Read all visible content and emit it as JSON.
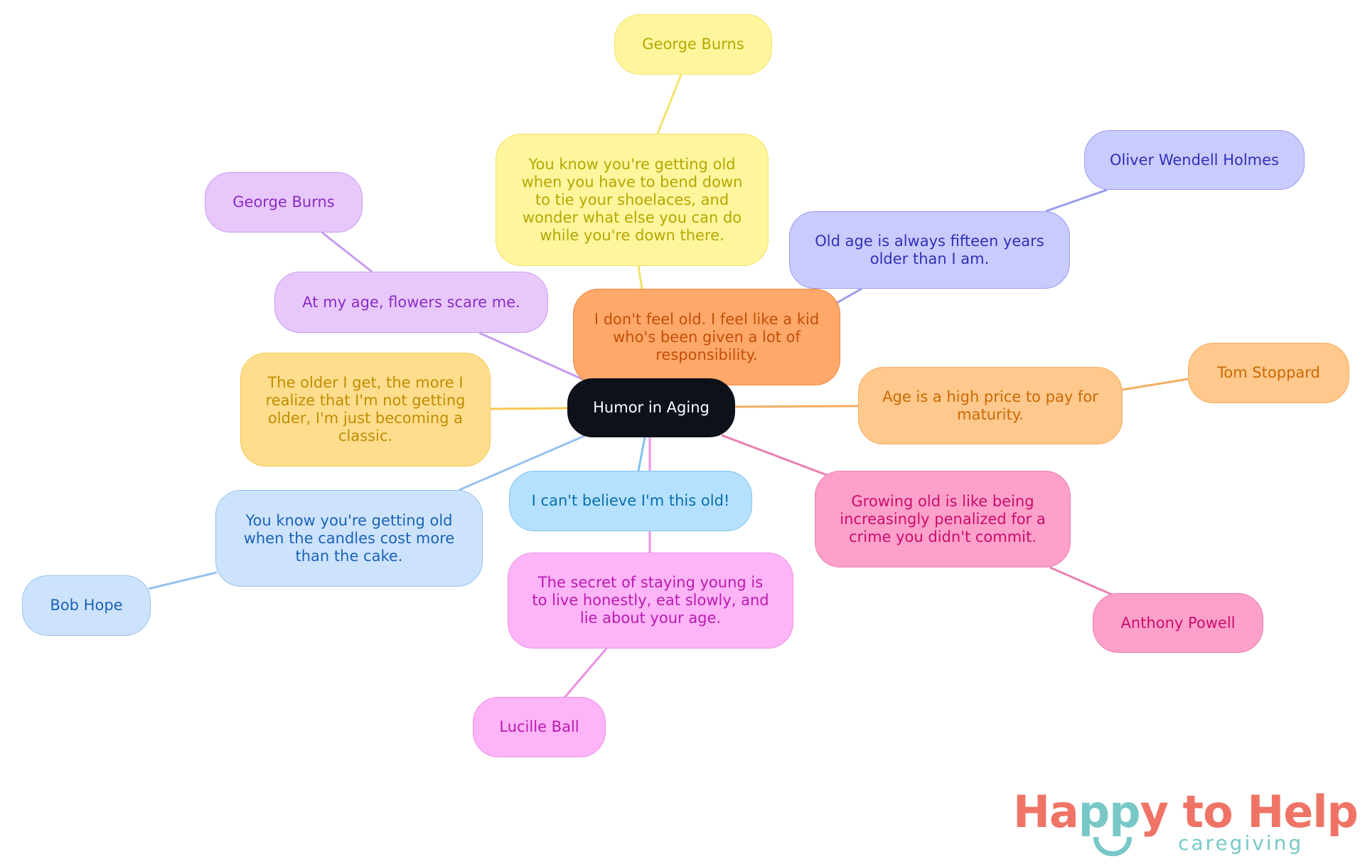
{
  "root": {
    "text": "Humor in Aging"
  },
  "branches": [
    {
      "quote": "You know you're getting old\nwhen you have to bend down\nto tie your shoelaces, and\nwonder what else you can do\nwhile you're down there.",
      "author": "George Burns",
      "color": "#fff59d"
    },
    {
      "quote": "At my age, flowers scare me.",
      "author": "George Burns",
      "color": "#e8c8fb"
    },
    {
      "quote": "I don't feel old. I feel like a kid\nwho's been given a lot of\nresponsibility.",
      "color": "#fea86a"
    },
    {
      "quote": "Old age is always fifteen years\nolder than I am.",
      "author": "Oliver Wendell Holmes",
      "color": "#cacbfd"
    },
    {
      "quote": "Age is a high price to pay for\nmaturity.",
      "author": "Tom Stoppard",
      "color": "#ffc88c"
    },
    {
      "quote": "The older I get, the more I\nrealize that I'm not getting\nolder, I'm just becoming a\nclassic.",
      "color": "#fedd8d"
    },
    {
      "quote": "I can't believe I'm this old!",
      "color": "#b5e1fe"
    },
    {
      "quote": "Growing old is like being\nincreasingly penalized for a\ncrime you didn't commit.",
      "author": "Anthony Powell",
      "color": "#fda1cb"
    },
    {
      "quote": "You know you're getting old\nwhen the candles cost more\nthan the cake.",
      "author": "Bob Hope",
      "color": "#cde3fc"
    },
    {
      "quote": "The secret of staying young is\nto live honestly, eat slowly, and\nlie about your age.",
      "author": "Lucille Ball",
      "color": "#feb5f8"
    }
  ],
  "logo": {
    "text": "Happy to Help",
    "subtitle": "caregiving"
  }
}
